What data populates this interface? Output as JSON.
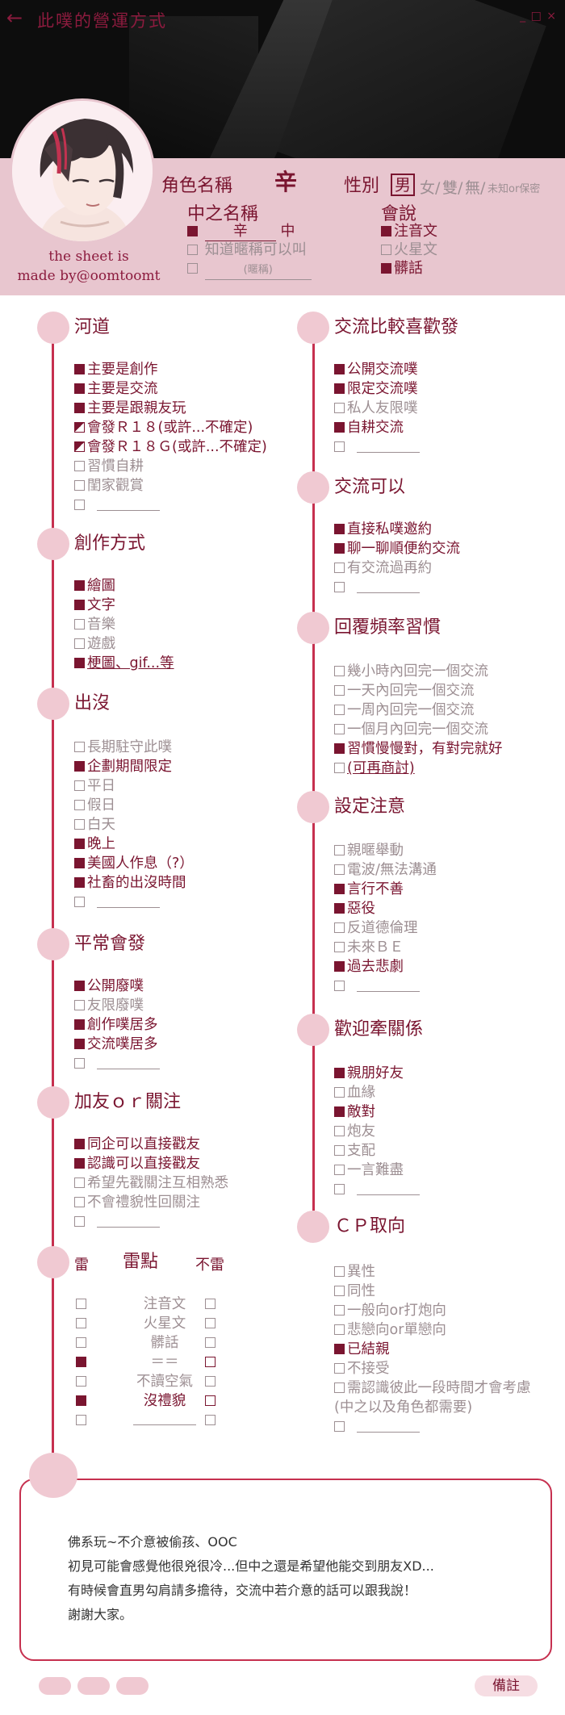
{
  "top": {
    "back_arrow": "←",
    "title": "此噗的營運方式",
    "window_controls": "_ □ ×"
  },
  "credit": {
    "line1": "the sheet is",
    "line2": "made by@oomtoomt"
  },
  "profile": {
    "char_label": "角色名稱",
    "char_name": "辛",
    "gender_label": "性別",
    "gender_selected": "男",
    "gender_options": [
      "女/",
      "雙/",
      "無/"
    ],
    "gender_note": "未知or保密",
    "nz_label": "中之名稱",
    "nz_name": "辛",
    "nz_suffix": "中",
    "nz_opt2": "知道暱稱可以叫",
    "nz_hint": "(暱稱)",
    "lang_label": "會說",
    "langs": [
      {
        "label": "注音文",
        "checked": true
      },
      {
        "label": "火星文",
        "checked": false
      },
      {
        "label": "髒話",
        "checked": true
      }
    ]
  },
  "left": {
    "river": {
      "title": "河道",
      "items": [
        {
          "label": "主要是創作",
          "state": "on"
        },
        {
          "label": "主要是交流",
          "state": "on"
        },
        {
          "label": "主要是跟親友玩",
          "state": "on"
        },
        {
          "label": "會發Ｒ１８(或許...不確定)",
          "state": "half"
        },
        {
          "label": "會發Ｒ１８Ｇ(或許...不確定)",
          "state": "half"
        },
        {
          "label": "習慣自耕",
          "state": "off"
        },
        {
          "label": "閨家觀賞",
          "state": "off"
        },
        {
          "label": "",
          "state": "blank"
        }
      ]
    },
    "create": {
      "title": "創作方式",
      "items": [
        {
          "label": "繪圖",
          "state": "on"
        },
        {
          "label": "文字",
          "state": "on"
        },
        {
          "label": "音樂",
          "state": "off"
        },
        {
          "label": "遊戲",
          "state": "off"
        },
        {
          "label": "梗圖、gif...等",
          "state": "on",
          "underline": true
        }
      ]
    },
    "appear": {
      "title": "出沒",
      "items": [
        {
          "label": "長期駐守此噗",
          "state": "off"
        },
        {
          "label": "企劃期間限定",
          "state": "on"
        },
        {
          "label": "平日",
          "state": "off"
        },
        {
          "label": "假日",
          "state": "off"
        },
        {
          "label": "白天",
          "state": "off"
        },
        {
          "label": "晚上",
          "state": "on"
        },
        {
          "label": "美國人作息（?）",
          "state": "on"
        },
        {
          "label": "社畜的出沒時間",
          "state": "on"
        },
        {
          "label": "",
          "state": "blank"
        }
      ]
    },
    "post": {
      "title": "平常會發",
      "items": [
        {
          "label": "公開廢噗",
          "state": "on"
        },
        {
          "label": "友限廢噗",
          "state": "off"
        },
        {
          "label": "創作噗居多",
          "state": "on"
        },
        {
          "label": "交流噗居多",
          "state": "on"
        },
        {
          "label": "",
          "state": "blank"
        }
      ]
    },
    "follow": {
      "title": "加友ｏｒ關注",
      "items": [
        {
          "label": "同企可以直接戳友",
          "state": "on"
        },
        {
          "label": "認識可以直接戳友",
          "state": "on"
        },
        {
          "label": "希望先戳關注互相熟悉",
          "state": "off"
        },
        {
          "label": "不會禮貌性回關注",
          "state": "off"
        },
        {
          "label": "",
          "state": "blank"
        }
      ]
    },
    "triggers": {
      "col_left": "雷",
      "title": "雷點",
      "col_right": "不雷",
      "rows": [
        {
          "label": "注音文",
          "left": "off",
          "right": "off"
        },
        {
          "label": "火星文",
          "left": "off",
          "right": "off"
        },
        {
          "label": "髒話",
          "left": "off",
          "right": "off"
        },
        {
          "label": "＝＝",
          "left": "on",
          "right": "empty"
        },
        {
          "label": "不讀空氣",
          "left": "off",
          "right": "off"
        },
        {
          "label": "沒禮貌",
          "left": "on",
          "right": "empty",
          "dark": true
        },
        {
          "label": "",
          "left": "off",
          "right": "off"
        }
      ]
    }
  },
  "right": {
    "prefer": {
      "title": "交流比較喜歡發",
      "items": [
        {
          "label": "公開交流噗",
          "state": "on"
        },
        {
          "label": "限定交流噗",
          "state": "on"
        },
        {
          "label": "私人友限噗",
          "state": "off"
        },
        {
          "label": "自耕交流",
          "state": "on"
        },
        {
          "label": "",
          "state": "blank"
        }
      ]
    },
    "ok": {
      "title": "交流可以",
      "items": [
        {
          "label": "直接私噗邀約",
          "state": "on"
        },
        {
          "label": "聊一聊順便約交流",
          "state": "on"
        },
        {
          "label": "有交流過再約",
          "state": "off"
        },
        {
          "label": "",
          "state": "blank"
        }
      ]
    },
    "reply": {
      "title": "回覆頻率習慣",
      "items": [
        {
          "label": "幾小時內回完一個交流",
          "state": "off"
        },
        {
          "label": "一天內回完一個交流",
          "state": "off"
        },
        {
          "label": "一周內回完一個交流",
          "state": "off"
        },
        {
          "label": "一個月內回完一個交流",
          "state": "off"
        },
        {
          "label": "習慣慢慢對，有對完就好",
          "state": "on"
        },
        {
          "label": "(可再商討)",
          "state": "offdark",
          "underline": true
        }
      ]
    },
    "setting": {
      "title": "設定注意",
      "items": [
        {
          "label": "親暱舉動",
          "state": "off"
        },
        {
          "label": "電波/無法溝通",
          "state": "off"
        },
        {
          "label": "言行不善",
          "state": "on"
        },
        {
          "label": "惡役",
          "state": "on"
        },
        {
          "label": "反道德倫理",
          "state": "off"
        },
        {
          "label": "未來ＢＥ",
          "state": "off"
        },
        {
          "label": "過去悲劇",
          "state": "on"
        },
        {
          "label": "",
          "state": "blank"
        }
      ]
    },
    "relation": {
      "title": "歡迎牽關係",
      "items": [
        {
          "label": "親朋好友",
          "state": "on"
        },
        {
          "label": "血緣",
          "state": "off"
        },
        {
          "label": "敵對",
          "state": "on"
        },
        {
          "label": "炮友",
          "state": "off"
        },
        {
          "label": "支配",
          "state": "off"
        },
        {
          "label": "一言難盡",
          "state": "off"
        },
        {
          "label": "",
          "state": "blank"
        }
      ]
    },
    "cp": {
      "title": "ＣＰ取向",
      "items": [
        {
          "label": "異性",
          "state": "off"
        },
        {
          "label": "同性",
          "state": "off"
        },
        {
          "label": "一般向or打炮向",
          "state": "off"
        },
        {
          "label": "悲戀向or單戀向",
          "state": "off"
        },
        {
          "label": "已結親",
          "state": "on"
        },
        {
          "label": "不接受",
          "state": "off"
        },
        {
          "label": "需認識彼此一段時間才會考慮",
          "state": "off"
        },
        {
          "label": "(中之以及角色都需要)",
          "state": "plain"
        },
        {
          "label": "",
          "state": "blank"
        }
      ]
    }
  },
  "memo": {
    "lines": [
      "佛系玩~不介意被偷孩、OOC",
      "初見可能會感覺他很兇很冷...但中之還是希望他能交到朋友XD...",
      "有時候會直男勾肩請多擔待，交流中若介意的話可以跟我說！",
      "謝謝大家。"
    ],
    "note_button": "備註"
  },
  "colors": {
    "accent": "#7a1530",
    "rail": "#c6304f",
    "pink": "#e8c6cf",
    "dot": "#f0c9d2",
    "muted": "#9d8f93"
  }
}
